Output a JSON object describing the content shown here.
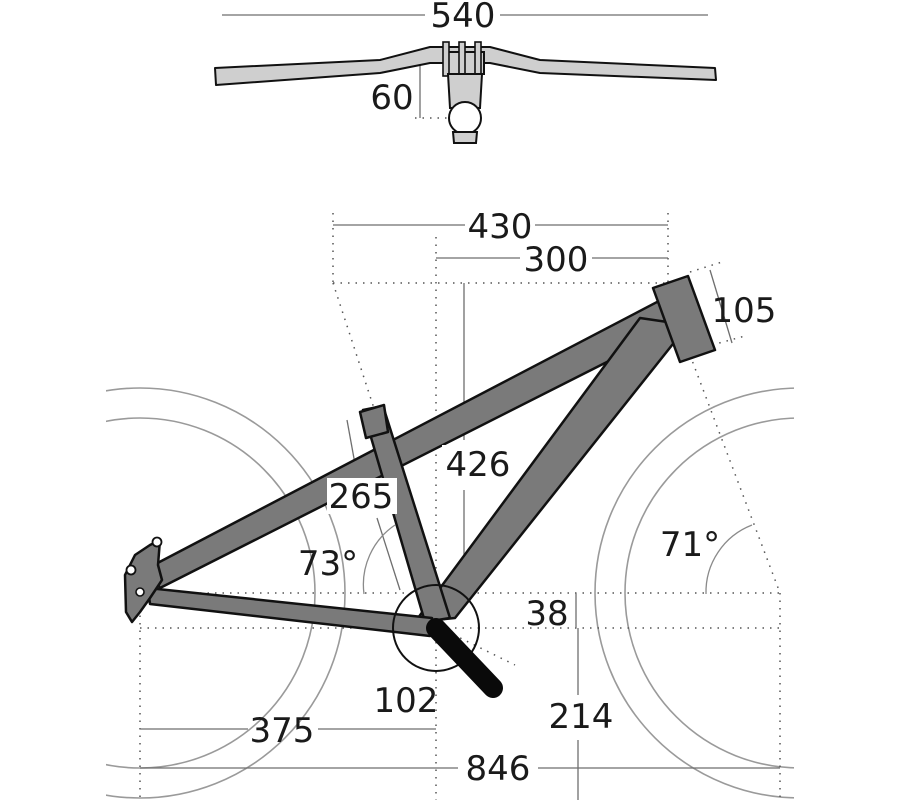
{
  "dimensions": {
    "handlebar_width": "540",
    "stem_length": "60",
    "reach_total": "430",
    "reach": "300",
    "head_tube_length": "105",
    "stack": "426",
    "seat_tube_length": "265",
    "seat_angle": "73°",
    "head_angle": "71°",
    "bb_drop": "38",
    "crank_length": "102",
    "chainstay": "375",
    "wheelbase": "846",
    "bb_height": "214"
  }
}
